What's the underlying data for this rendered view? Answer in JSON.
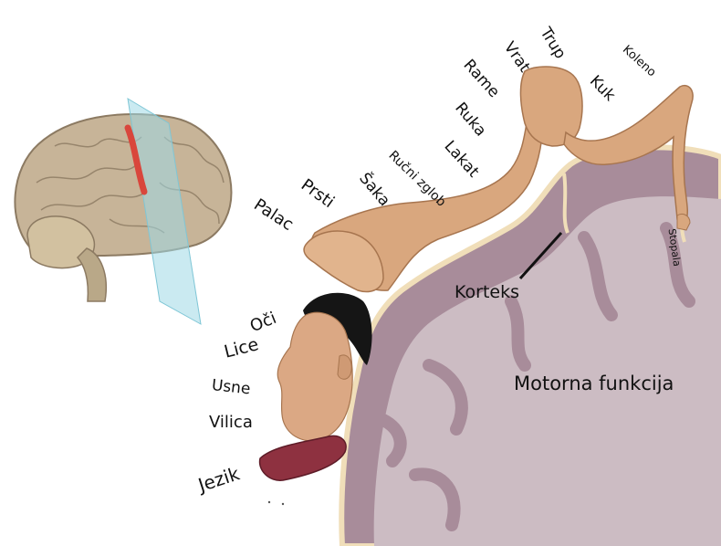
{
  "labels": {
    "trup": "Trup",
    "vrat": "Vrat",
    "koleno": "Koleno",
    "rame": "Rame",
    "kuk": "Kuk",
    "ruka": "Ruka",
    "lakat": "Lakat",
    "rucni_zglob": "Ručni zglob",
    "saka": "Šaka",
    "prsti": "Prsti",
    "palac": "Palac",
    "stopala": "Stopala",
    "korteks": "Korteks",
    "oci": "Oči",
    "lice": "Lice",
    "usne": "Usne",
    "vilica": "Vilica",
    "jezik": "Jezik",
    "motorna": "Motorna funkcija"
  },
  "colors": {
    "cortex_outer": "#a88c9a",
    "cortex_inner": "#ccbcc3",
    "cortex_edge": "#f0deb9",
    "skin": "#d9a77e",
    "brain": "#c7b498",
    "plane": "#9fd9e6",
    "motor_strip": "#d9463c",
    "tongue": "#8e3140",
    "hair": "#151515"
  }
}
